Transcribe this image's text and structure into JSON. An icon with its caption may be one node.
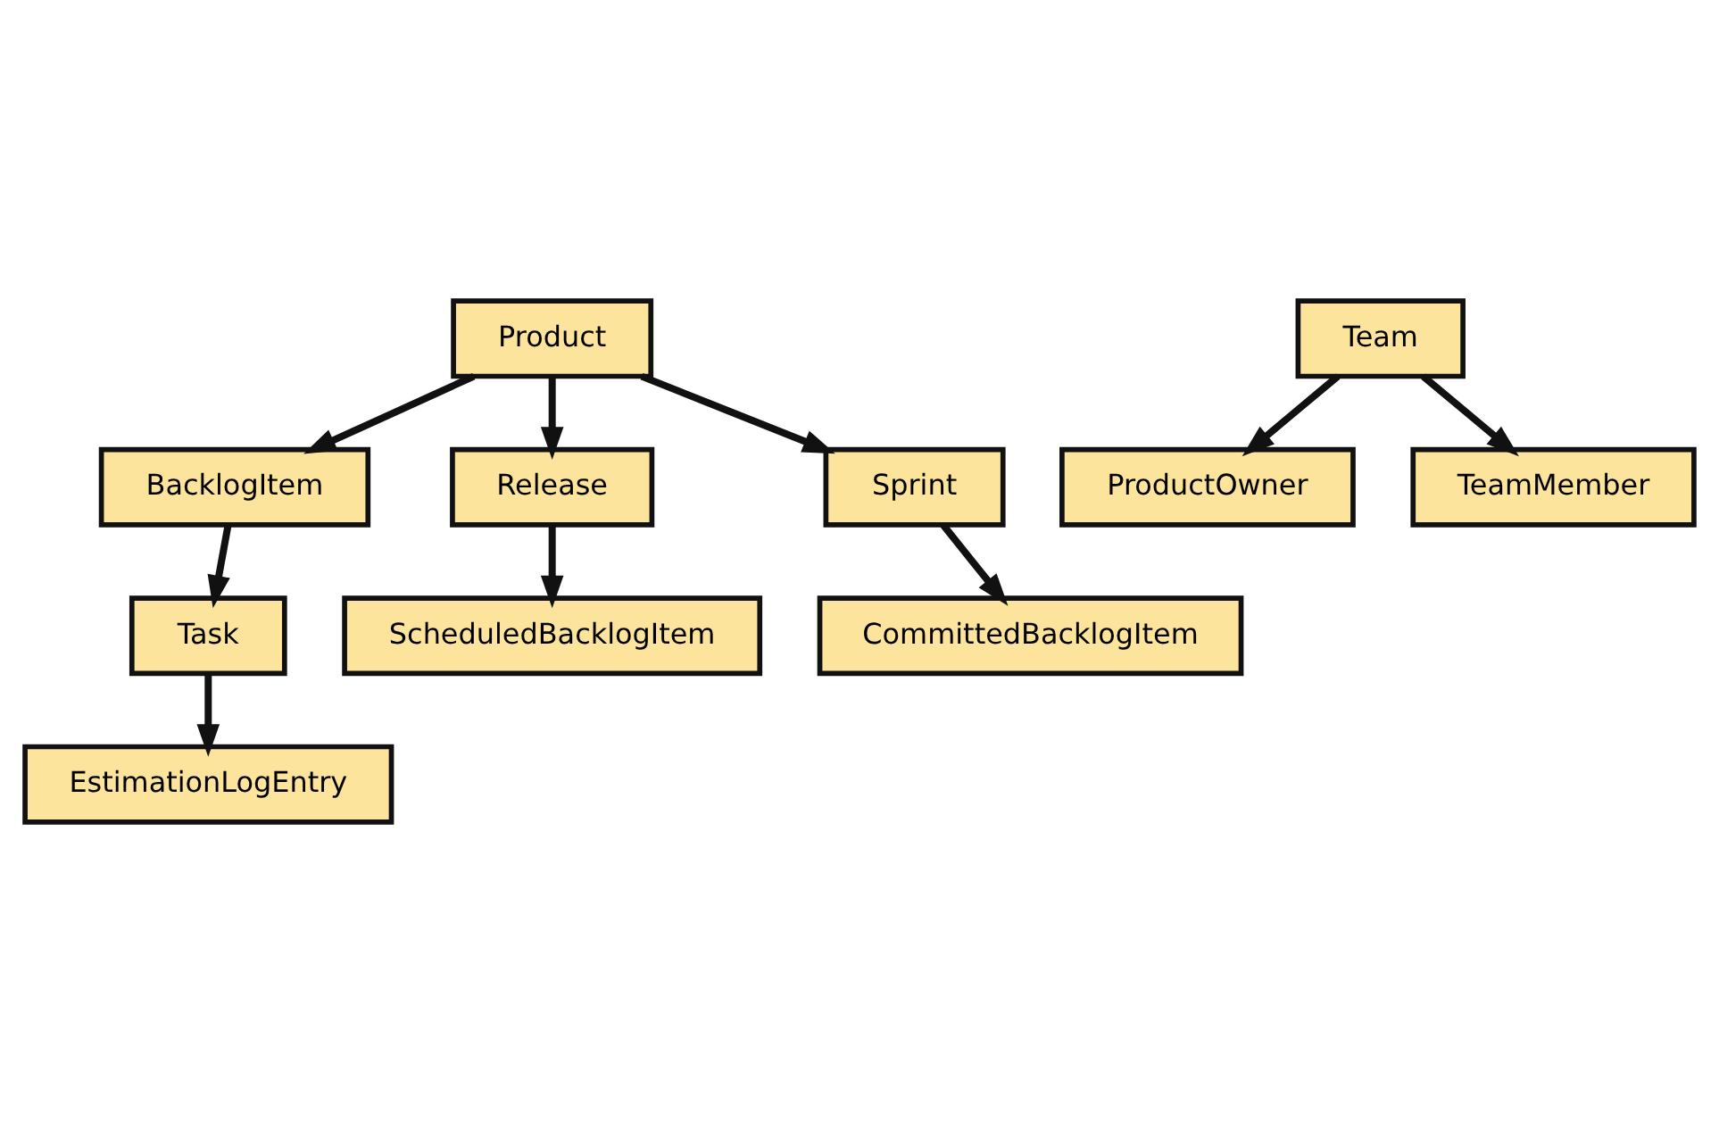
{
  "diagram": {
    "nodes": [
      {
        "text": [
          "Product"
        ]
      },
      {
        "text": [
          "BacklogItem"
        ]
      },
      {
        "text": [
          "Release"
        ]
      },
      {
        "text": [
          "Sprint"
        ]
      },
      {
        "text": [
          "Task"
        ]
      },
      {
        "text": [
          "ScheduledBacklogItem"
        ]
      },
      {
        "text": [
          "CommittedBacklogItem"
        ]
      },
      {
        "text": [
          "EstimationLogEntry"
        ]
      },
      {
        "text": [
          "Team"
        ]
      },
      {
        "text": [
          "ProductOwner"
        ]
      },
      {
        "text": [
          "TeamMember"
        ]
      }
    ],
    "edges": [
      {
        "from": 0,
        "to": 1,
        "arrow": "to"
      },
      {
        "from": 0,
        "to": 2,
        "arrow": "to"
      },
      {
        "from": 0,
        "to": 3,
        "arrow": "to"
      },
      {
        "from": 1,
        "to": 4,
        "arrow": "to"
      },
      {
        "from": 2,
        "to": 5,
        "arrow": "to"
      },
      {
        "from": 3,
        "to": 6,
        "arrow": "to"
      },
      {
        "from": 4,
        "to": 7,
        "arrow": "to"
      },
      {
        "from": 8,
        "to": 9,
        "arrow": "to"
      },
      {
        "from": 8,
        "to": 10,
        "arrow": "to"
      }
    ]
  }
}
